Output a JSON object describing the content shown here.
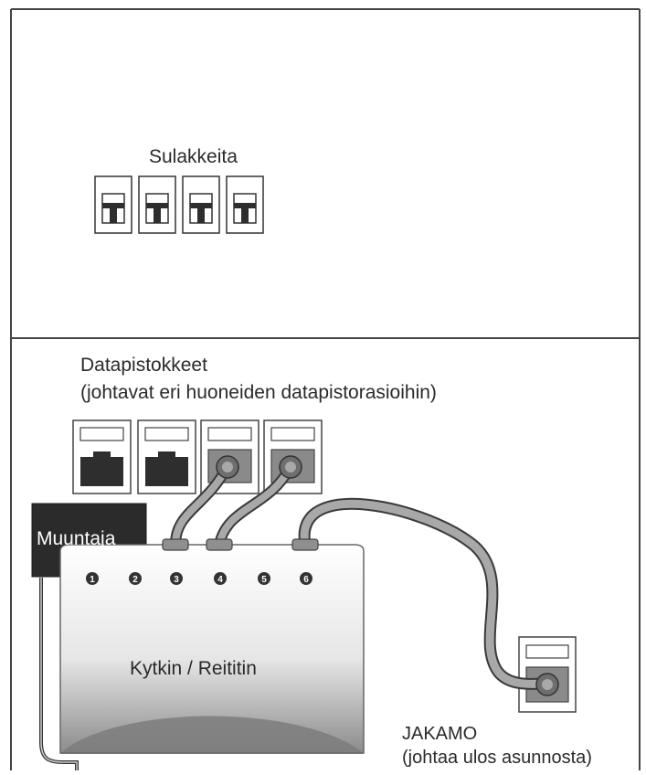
{
  "labels": {
    "fuses": "Sulakkeita",
    "data_sockets_title": "Datapistokkeet",
    "data_sockets_subtitle": "(johtavat eri huoneiden datapistorasioihin)",
    "adapter": "Muuntaja",
    "switch": "Kytkin / Reititin",
    "distributor_title": "JAKAMO",
    "distributor_subtitle": "(johtaa ulos asunnosta)"
  },
  "switch_ports": [
    "1",
    "2",
    "3",
    "4",
    "5",
    "6"
  ],
  "colors": {
    "line": "#444444",
    "adapter_fill": "#2b2b2b",
    "adapter_text": "#ffffff",
    "jack_fill": "#2e2e2e",
    "cable_fill": "#9c9c9c"
  }
}
